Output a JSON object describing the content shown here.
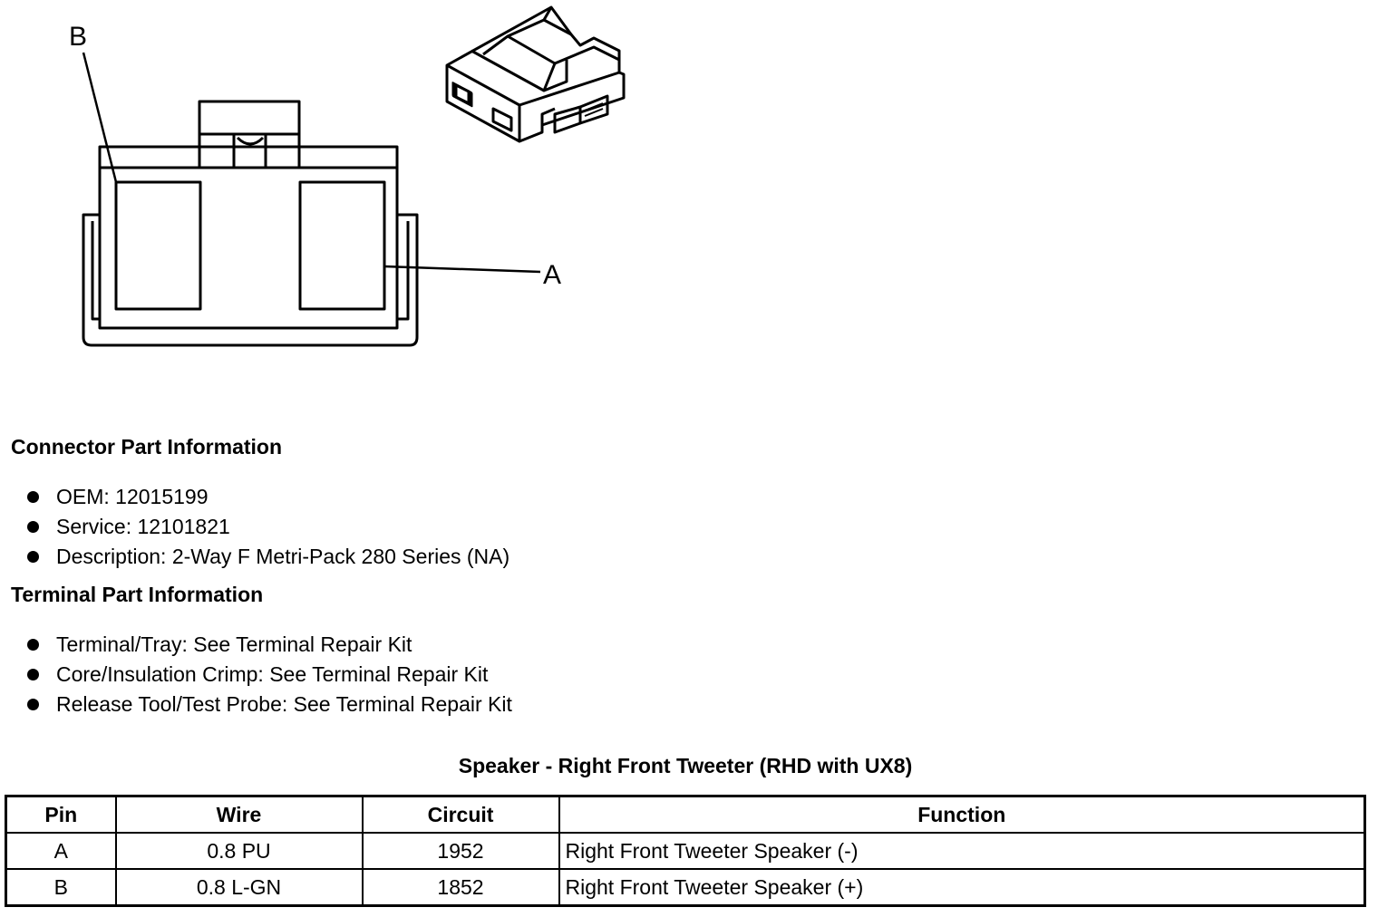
{
  "diagram": {
    "callouts": {
      "a": "A",
      "b": "B"
    }
  },
  "connector_info": {
    "heading": "Connector Part Information",
    "items": [
      "OEM: 12015199",
      "Service: 12101821",
      "Description: 2-Way F Metri-Pack 280 Series (NA)"
    ]
  },
  "terminal_info": {
    "heading": "Terminal Part Information",
    "items": [
      "Terminal/Tray: See Terminal Repair Kit",
      "Core/Insulation Crimp: See Terminal Repair Kit",
      "Release Tool/Test Probe: See Terminal Repair Kit"
    ]
  },
  "table": {
    "title": "Speaker - Right Front Tweeter (RHD with UX8)",
    "headers": [
      "Pin",
      "Wire",
      "Circuit",
      "Function"
    ],
    "rows": [
      [
        "A",
        "0.8 PU",
        "1952",
        "Right Front Tweeter Speaker (-)"
      ],
      [
        "B",
        "0.8 L-GN",
        "1852",
        "Right Front Tweeter Speaker (+)"
      ]
    ]
  }
}
